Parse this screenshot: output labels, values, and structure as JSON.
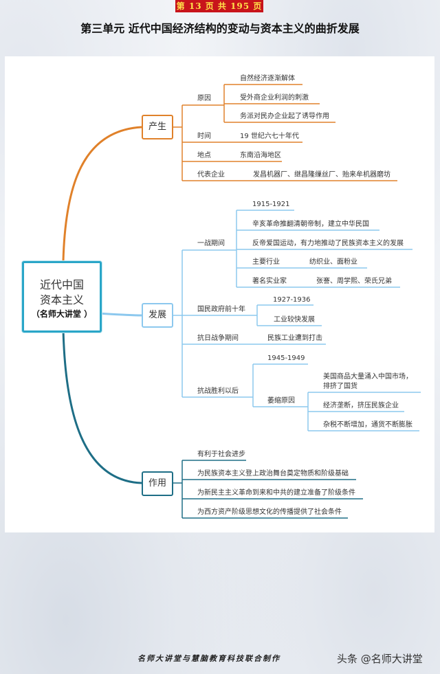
{
  "header": {
    "page_badge": "第 13 页 共 195 页",
    "title": "第三单元  近代中国经济结构的变动与资本主义的曲折发展"
  },
  "center": {
    "line1": "近代中国",
    "line2": "资本主义",
    "line3": "（名师大讲堂 ）"
  },
  "branches": {
    "chansheng": {
      "label": "产生",
      "yuanyin": {
        "label": "原因",
        "items": [
          "自然经济逐渐解体",
          "受外商企业利润的刺激",
          "务派对民办企业起了诱导作用"
        ]
      },
      "shijian": {
        "label": "时间",
        "value": "19 世纪六七十年代"
      },
      "didian": {
        "label": "地点",
        "value": "东南沿海地区"
      },
      "daibiao": {
        "label": "代表企业",
        "value": "发昌机器厂、继昌隆缫丝厂、贻来牟机器磨坊"
      }
    },
    "fazhan": {
      "label": "发展",
      "yizhan": {
        "label": "一战期间",
        "years": "1915-1921",
        "items": [
          "辛亥革命推翻清朝帝制，建立中华民国",
          "反帝爱国运动，有力地推动了民族资本主义的发展"
        ],
        "hangye": {
          "label": "主要行业",
          "value": "纺织业、面粉业"
        },
        "shiyejia": {
          "label": "著名实业家",
          "value": "张謇、周学熙、荣氏兄弟"
        }
      },
      "guomin": {
        "label": "国民政府前十年",
        "years": "1927-1936",
        "value": "工业较快发展"
      },
      "kangri": {
        "label": "抗日战争期间",
        "value": "民族工业遭到打击"
      },
      "shengli": {
        "label": "抗战胜利以后",
        "years": "1945-1949",
        "weisuo": {
          "label": "萎缩原因",
          "item1_line1": "美国商品大量涌入中国市场，",
          "item1_line2": "排挤了国货",
          "item2": "经济垄断，挤压民族企业",
          "item3": "杂税不断增加，通货不断膨胀"
        }
      }
    },
    "zuoyong": {
      "label": "作用",
      "items": [
        "有利于社会进步",
        "为民族资本主义登上政治舞台奠定物质和阶级基础",
        "为新民主主义革命到来和中共的建立准备了阶级条件",
        "为西方资产阶级思想文化的传播提供了社会条件"
      ]
    }
  },
  "footer": {
    "credit": "名师大讲堂与慧脑教育科技联合制作",
    "watermark": "头条 @名师大讲堂"
  },
  "colors": {
    "orange": "#e0812a",
    "blue": "#8cc8ee",
    "teal": "#1e6e86",
    "center_border": "#2aa6c8",
    "badge_bg": "#c8141b",
    "badge_text": "#ffe14a"
  }
}
